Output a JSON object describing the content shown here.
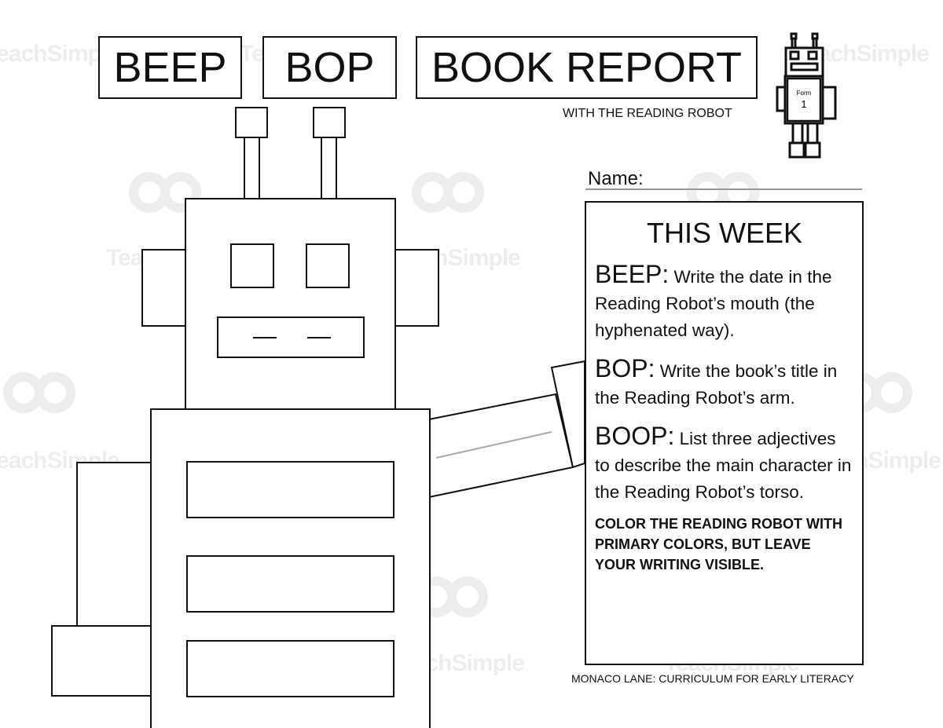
{
  "header": {
    "title_word_1": "BEEP",
    "title_word_2": "BOP",
    "title_word_3": "BOOK REPORT",
    "subtitle": "WITH THE READING ROBOT"
  },
  "mini_robot": {
    "badge_top": "Form",
    "badge_bottom": "1"
  },
  "name_field": {
    "label": "Name:"
  },
  "instructions": {
    "heading": "THIS WEEK",
    "beep_key": "BEEP:",
    "beep_text": " Write the date in the Reading Robot’s mouth (the hyphenated way).",
    "bop_key": "BOP:",
    "bop_text": " Write the book’s title in the Reading Robot’s arm.",
    "boop_key": "BOOP:",
    "boop_text": " List three adjectives to describe the main character in the Reading Robot’s torso.",
    "note": "COLOR THE READING ROBOT WITH PRIMARY COLORS, BUT LEAVE YOUR WRITING VISIBLE."
  },
  "footer": {
    "credit": "MONACO LANE: CURRICULUM FOR EARLY LITERACY"
  },
  "watermark": {
    "text": "TeachSimple"
  },
  "colors": {
    "line": "#111111",
    "watermark": "#ededed",
    "name_rule": "#999999"
  }
}
